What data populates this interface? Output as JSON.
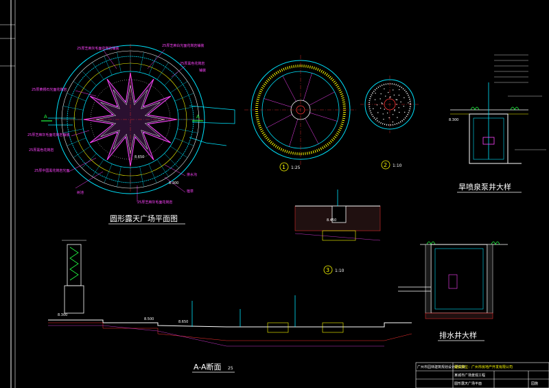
{
  "titles": {
    "plaza_plan": "圆形露天广场平面图",
    "fountain_detail": "旱喷泉泵井大样",
    "drain_detail": "排水井大样",
    "section_aa": "A-A断面",
    "section_aa_scale": "25"
  },
  "details": [
    {
      "num": "1",
      "scale": "1:25"
    },
    {
      "num": "2",
      "scale": "1:10"
    },
    {
      "num": "3",
      "scale": "1:10"
    }
  ],
  "markers": {
    "section_mark": "A"
  },
  "plan_notes": [
    "25厚芝麻灰毛面花岗岩铺装",
    "25厚芝麻白光面花岗岩铺装",
    "25厚黑色花岗岩",
    "25厚黄锈石光面花岗岩",
    "25厚芝麻灰毛面花岗岩铺装",
    "25厚黑色花岗岩",
    "25厚中国黑花岗岩光面",
    "25厚芝麻灰毛面花岗岩",
    "排水沟",
    "植草",
    "铺装",
    "树池"
  ],
  "dims": [
    "8.650",
    "8.500",
    "8.300",
    "8.650",
    "8.450",
    "8.300"
  ],
  "title_block": {
    "org1": "广州市园林建筑规划设计研究院",
    "org2": "建设单位：广州市房地产开发有限公司",
    "project": "某城市广场景观工程",
    "drawing": "圆形露天广场平面",
    "sheet": "园施"
  },
  "colors": {
    "line_cyan": "#00e5ff",
    "note_magenta": "#ff44ff",
    "line_yellow": "#ffff00",
    "line_white": "#ffffff",
    "line_green": "#22ff44",
    "line_red": "#ff3333"
  }
}
